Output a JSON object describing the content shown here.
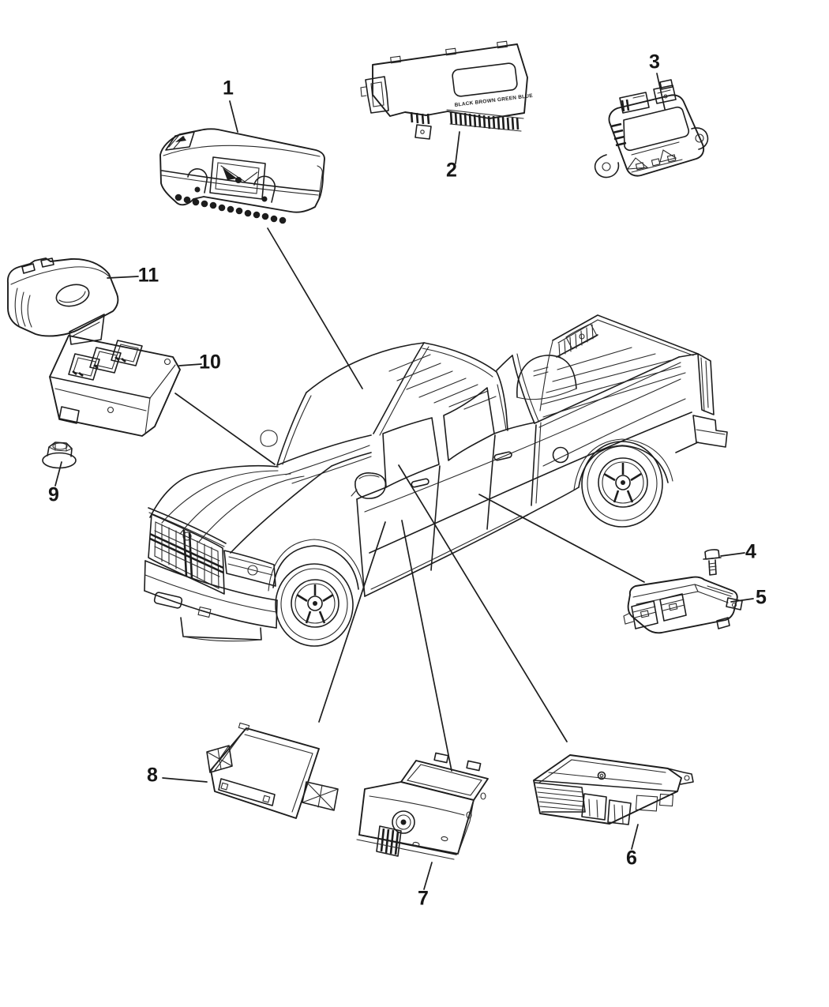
{
  "diagram": {
    "kind": "vehicle-parts-callout-diagram",
    "background_color": "#ffffff",
    "line_color": "#1d1d1d",
    "vehicle": "pickup-truck-line-art",
    "module_2_print": "BLACK BROWN GREEN BLUE",
    "callouts": [
      {
        "number": "1"
      },
      {
        "number": "2"
      },
      {
        "number": "3"
      },
      {
        "number": "4"
      },
      {
        "number": "5"
      },
      {
        "number": "6"
      },
      {
        "number": "7"
      },
      {
        "number": "8"
      },
      {
        "number": "9"
      },
      {
        "number": "10"
      },
      {
        "number": "11"
      }
    ]
  }
}
